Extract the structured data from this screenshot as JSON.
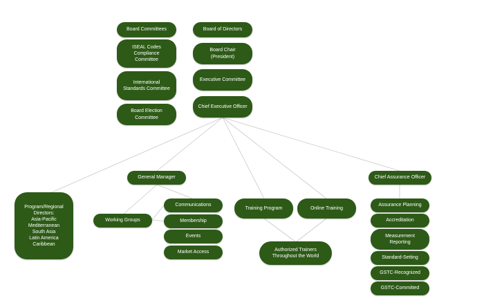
{
  "org_chart": {
    "nodes": {
      "board_committees": "Board Committees",
      "iseal": "ISEAL Codes\nCompliance\nCommittee",
      "international_standards": "International\nStandards Committee",
      "board_election": "Board Election\nCommittee",
      "board_of_directors": "Board of Directors",
      "board_chair": "Board Chair\n(President)",
      "executive_committee": "Executive Committee",
      "ceo": "Chief Executive Officer",
      "program_regional": "Program/Regional\nDirectors:\nAsia-Pacific\nMediterranean\nSouth Asia\nLatin America\nCaribbean",
      "general_manager": "General Manager",
      "working_groups": "Working Groups",
      "communications": "Communications",
      "membership": "Membership",
      "events": "Events",
      "market_access": "Market Access",
      "training_program": "Training Program",
      "online_training": "Online Training",
      "authorized_trainers": "Authorized Trainers\nThroughout the World",
      "cao": "Chief Assurance Officer",
      "assurance_planning": "Assurance Planning",
      "accreditation": "Accreditation",
      "measurement_reporting": "Measurement\nReporting",
      "standard_setting": "Standard-Setting",
      "gstc_recognized": "GSTC-Recognized",
      "gstc_committed": "GSTC-Committed"
    },
    "colors": {
      "node_fill": "#2d5a17",
      "node_text": "#ffffff",
      "connector": "#c8c8c8"
    }
  }
}
